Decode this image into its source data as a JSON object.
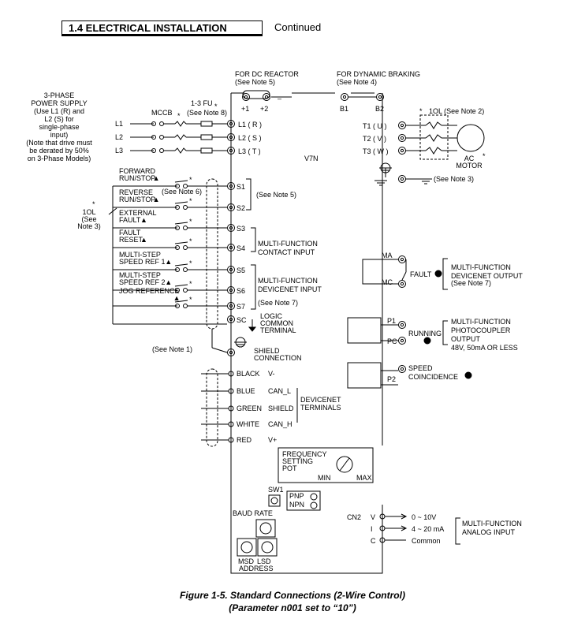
{
  "header": {
    "title": "1.4  ELECTRICAL INSTALLATION",
    "continued": "Continued"
  },
  "caption": {
    "line1": "Figure 1-5.  Standard Connections (2-Wire Control)",
    "line2": "(Parameter n001 set to “10”)"
  },
  "supply": {
    "lines": [
      "3-PHASE",
      "POWER SUPPLY",
      "(Use L1 (R) and",
      "L2 (S) for",
      "single-phase",
      "input)",
      "(Note that drive must",
      "be derated by 50%",
      "on 3-Phase Models)"
    ],
    "phases": [
      "L1",
      "L2",
      "L3"
    ],
    "mccb": "MCCB",
    "fuse": "1-3 FU",
    "fuse_note": "(See Note 8)",
    "star": "*"
  },
  "drive": {
    "model": "V7N",
    "mains": [
      "L1 ( R )",
      "L2 ( S )",
      "L3 ( T )"
    ],
    "dc_reactor": [
      "FOR DC REACTOR",
      "(See Note 5)"
    ],
    "dc_terms": [
      "+1",
      "+2",
      "–"
    ],
    "braking": [
      "FOR DYNAMIC BRAKING",
      "(See Note 4)"
    ],
    "brake_terms": [
      "B1",
      "B2"
    ],
    "outputs": [
      "T1 ( U )",
      "T2 ( V )",
      "T3 ( W )"
    ],
    "overload": "1OL (See Note 2)",
    "motor": [
      "AC",
      "MOTOR"
    ],
    "ground_note": "(See Note 3)"
  },
  "inputs": {
    "items": [
      {
        "label": [
          "FORWARD",
          "RUN/STOP"
        ],
        "terminal": "S1"
      },
      {
        "label": [
          "REVERSE",
          "RUN/STOP"
        ],
        "terminal": "S2",
        "note": "(See Note 6)"
      },
      {
        "label": [
          "EXTERNAL",
          "FAULT"
        ],
        "terminal": "S3"
      },
      {
        "label": [
          "FAULT",
          "RESET"
        ],
        "terminal": "S4"
      },
      {
        "label": [
          "MULTI-STEP",
          "SPEED REF 1"
        ],
        "terminal": "S5"
      },
      {
        "label": [
          "MULTI-STEP",
          "SPEED REF 2"
        ],
        "terminal": "S6"
      },
      {
        "label": [
          "JOG REFERENCE"
        ],
        "terminal": "S7"
      }
    ],
    "triangle": "▲",
    "ol_label": [
      "1OL",
      "(See",
      "Note 3)"
    ],
    "group_notes": {
      "s1s2": "(See Note 5)",
      "s3s4": [
        "MULTI-FUNCTION",
        "CONTACT INPUT"
      ],
      "s5s7": [
        "MULTI-FUNCTION",
        "DEVICENET INPUT",
        "(See Note 7)"
      ]
    },
    "sc": {
      "terminal": "SC",
      "label": [
        "LOGIC",
        "COMMON",
        "TERMINAL"
      ]
    },
    "shield": {
      "note": "(See Note 1)",
      "label": [
        "SHIELD",
        "CONNECTION"
      ]
    }
  },
  "devicenet": {
    "wires": [
      {
        "color": "BLACK",
        "signal": "V-"
      },
      {
        "color": "BLUE",
        "signal": "CAN_L"
      },
      {
        "color": "GREEN",
        "signal": "SHIELD"
      },
      {
        "color": "WHITE",
        "signal": "CAN_H"
      },
      {
        "color": "RED",
        "signal": "V+"
      }
    ],
    "label": [
      "DEVICENET",
      "TERMINALS"
    ]
  },
  "pot": {
    "label": [
      "FREQUENCY",
      "SETTING",
      "POT"
    ],
    "min": "MIN",
    "max": "MAX"
  },
  "switches": {
    "sw1": "SW1",
    "pnp": "PNP",
    "npn": "NPN",
    "baud": "BAUD RATE",
    "address": [
      "MSD",
      "LSD",
      "ADDRESS"
    ]
  },
  "fault_output": {
    "terms": [
      "MA",
      "MC"
    ],
    "side": "FAULT",
    "label": [
      "MULTI-FUNCTION",
      "DEVICENET OUTPUT",
      "(See Note 7)"
    ]
  },
  "photo_output": {
    "terms": [
      "P1",
      "PC",
      "P2"
    ],
    "running": "RUNNING",
    "label": [
      "MULTI-FUNCTION",
      "PHOTOCOUPLER",
      "OUTPUT",
      "48V, 50mA OR LESS"
    ],
    "speed": [
      "SPEED",
      "COINCIDENCE"
    ]
  },
  "analog": {
    "cn2": "CN2",
    "terms": [
      "V",
      "I",
      "C"
    ],
    "ranges": [
      "0 ~ 10V",
      "4 ~ 20 mA",
      "Common"
    ],
    "label": [
      "MULTI-FUNCTION",
      "ANALOG INPUT"
    ]
  }
}
